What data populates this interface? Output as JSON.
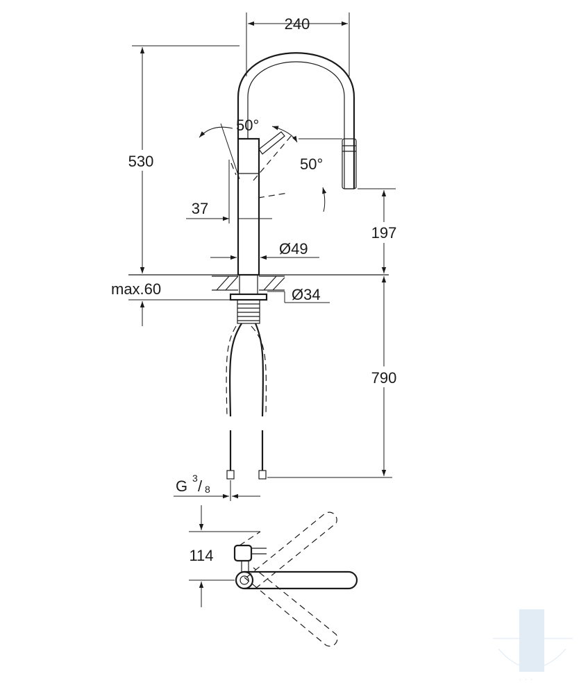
{
  "dimensions": {
    "width_top": "240",
    "height_total": "530",
    "angle_left": "50°",
    "angle_right": "50°",
    "handle_offset": "37",
    "spout_height": "197",
    "diameter_body": "Ø49",
    "diameter_hole": "Ø34",
    "max_thickness": "max.60",
    "hose_length": "790",
    "thread_main": "G",
    "thread_num": "3",
    "thread_den": "8",
    "top_view_depth": "114"
  },
  "colors": {
    "line": "#1a1a1a",
    "watermark": "#cfe0ee"
  }
}
